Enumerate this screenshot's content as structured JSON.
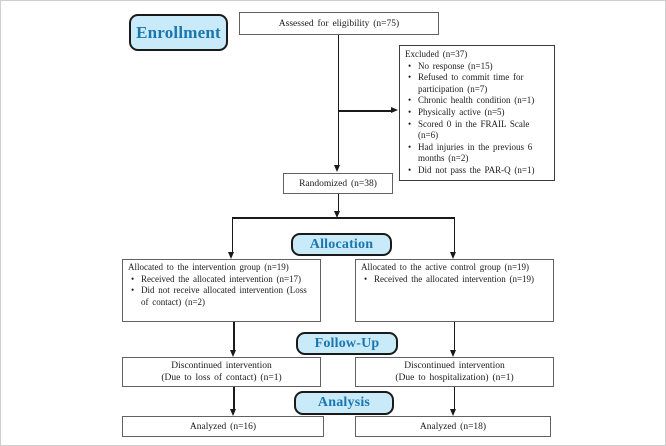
{
  "colors": {
    "stage_fill": "#c9eaf8",
    "stage_text": "#1b76b0",
    "stage_border": "#1a1a1a",
    "box_border": "#616161",
    "line": "#1a1a1a"
  },
  "stages": {
    "enrollment": "Enrollment",
    "allocation": "Allocation",
    "followup": "Follow-Up",
    "analysis": "Analysis"
  },
  "boxes": {
    "assessed": "Assessed for eligibility (n=75)",
    "excluded": {
      "title": "Excluded (n=37)",
      "items": [
        "No response (n=15)",
        "Refused to commit time for participation (n=7)",
        "Chronic health condition (n=1)",
        "Physically active (n=5)",
        "Scored 0 in the FRAIL Scale (n=6)",
        "Had injuries in the previous 6 months (n=2)",
        "Did not pass the PAR-Q (n=1)"
      ]
    },
    "randomized": "Randomized (n=38)",
    "alloc_left": {
      "title": "Allocated to the intervention group (n=19)",
      "items": [
        "Received the allocated intervention (n=17)",
        "Did not receive allocated intervention (Loss of contact) (n=2)"
      ]
    },
    "alloc_right": {
      "title": "Allocated to the active control group (n=19)",
      "items": [
        "Received the allocated intervention (n=19)"
      ]
    },
    "followup_left": {
      "line1": "Discontinued intervention",
      "line2": "(Due to loss of contact) (n=1)"
    },
    "followup_right": {
      "line1": "Discontinued intervention",
      "line2": "(Due to hospitalization) (n=1)"
    },
    "analyzed_left": "Analyzed (n=16)",
    "analyzed_right": "Analyzed (n=18)"
  }
}
